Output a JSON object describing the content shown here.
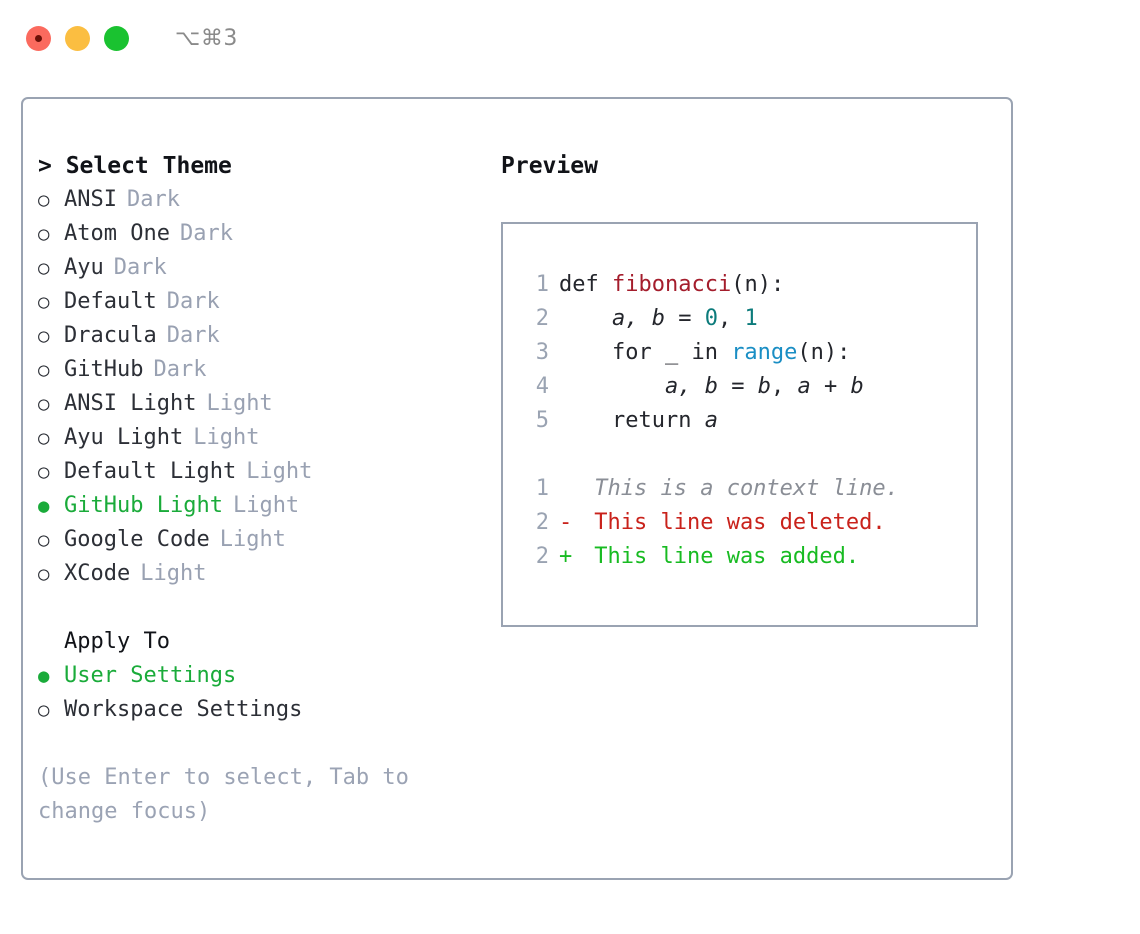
{
  "titlebar": {
    "shortcut": "⌥⌘3",
    "dots": [
      {
        "name": "close",
        "color": "#fb6a5e"
      },
      {
        "name": "minimize",
        "color": "#fbbe41"
      },
      {
        "name": "maximize",
        "color": "#1ac230"
      }
    ]
  },
  "theme_selector": {
    "heading": "> Select Theme",
    "items": [
      {
        "label": "ANSI",
        "variant": "Dark",
        "selected": false,
        "bullet": "○"
      },
      {
        "label": "Atom One",
        "variant": "Dark",
        "selected": false,
        "bullet": "○"
      },
      {
        "label": "Ayu",
        "variant": "Dark",
        "selected": false,
        "bullet": "○"
      },
      {
        "label": "Default",
        "variant": "Dark",
        "selected": false,
        "bullet": "○"
      },
      {
        "label": "Dracula",
        "variant": "Dark",
        "selected": false,
        "bullet": "○"
      },
      {
        "label": "GitHub",
        "variant": "Dark",
        "selected": false,
        "bullet": "○"
      },
      {
        "label": "ANSI Light",
        "variant": "Light",
        "selected": false,
        "bullet": "○"
      },
      {
        "label": "Ayu Light",
        "variant": "Light",
        "selected": false,
        "bullet": "○"
      },
      {
        "label": "Default Light",
        "variant": "Light",
        "selected": false,
        "bullet": "○"
      },
      {
        "label": "GitHub Light",
        "variant": "Light",
        "selected": true,
        "bullet": "●"
      },
      {
        "label": "Google Code",
        "variant": "Light",
        "selected": false,
        "bullet": "○"
      },
      {
        "label": "XCode",
        "variant": "Light",
        "selected": false,
        "bullet": "○"
      }
    ]
  },
  "apply_to": {
    "heading": "Apply To",
    "items": [
      {
        "label": "User Settings",
        "selected": true,
        "bullet": "●"
      },
      {
        "label": "Workspace Settings",
        "selected": false,
        "bullet": "○"
      }
    ]
  },
  "hint": "(Use Enter to select, Tab to change focus)",
  "preview": {
    "heading": "Preview",
    "code_lines": [
      {
        "n": "1",
        "tokens": [
          {
            "t": "def ",
            "c": "kw"
          },
          {
            "t": "fibonacci",
            "c": "fn"
          },
          {
            "t": "(n):",
            "c": "punc"
          }
        ]
      },
      {
        "n": "2",
        "tokens": [
          {
            "t": "    ",
            "c": "punc"
          },
          {
            "t": "a, b",
            "c": "var"
          },
          {
            "t": " = ",
            "c": "punc"
          },
          {
            "t": "0",
            "c": "num"
          },
          {
            "t": ", ",
            "c": "punc"
          },
          {
            "t": "1",
            "c": "num"
          }
        ]
      },
      {
        "n": "3",
        "tokens": [
          {
            "t": "    for _ in ",
            "c": "kw"
          },
          {
            "t": "range",
            "c": "call"
          },
          {
            "t": "(n):",
            "c": "punc"
          }
        ]
      },
      {
        "n": "4",
        "tokens": [
          {
            "t": "        ",
            "c": "punc"
          },
          {
            "t": "a, b",
            "c": "var"
          },
          {
            "t": " = ",
            "c": "punc"
          },
          {
            "t": "b",
            "c": "var"
          },
          {
            "t": ", ",
            "c": "punc"
          },
          {
            "t": "a",
            "c": "var"
          },
          {
            "t": " + ",
            "c": "punc"
          },
          {
            "t": "b",
            "c": "var"
          }
        ]
      },
      {
        "n": "5",
        "tokens": [
          {
            "t": "    return ",
            "c": "kw"
          },
          {
            "t": "a",
            "c": "var"
          }
        ]
      }
    ],
    "diff_lines": [
      {
        "n": "1",
        "sign": " ",
        "text": " This is a context line.",
        "kind": "ctx"
      },
      {
        "n": "2",
        "sign": "-",
        "text": " This line was deleted.",
        "kind": "del"
      },
      {
        "n": "2",
        "sign": "+",
        "text": " This line was added.",
        "kind": "add"
      }
    ]
  },
  "colors": {
    "accent_green": "#1aab3a",
    "muted": "#99a1b2",
    "border": "#9aa3b2",
    "diff_delete": "#c9221b",
    "diff_add": "#18bb22",
    "syntax_function": "#a41d2c",
    "syntax_number": "#0c7b7b",
    "syntax_call": "#1a8ec4"
  }
}
